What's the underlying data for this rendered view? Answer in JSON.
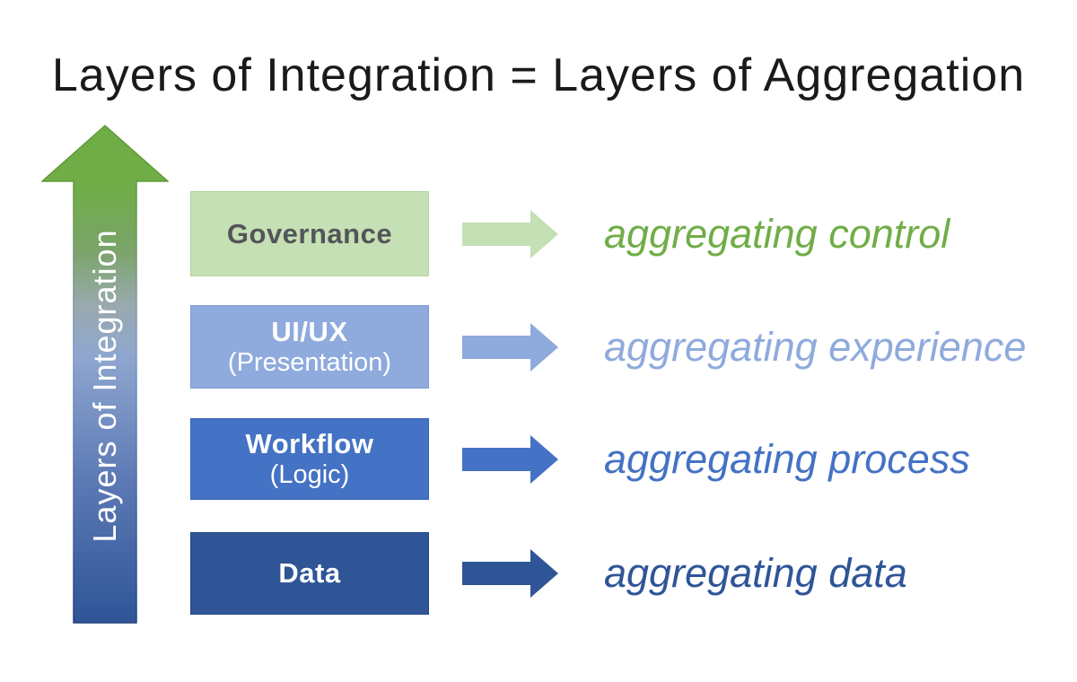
{
  "title": "Layers of Integration = Layers of Aggregation",
  "axis": {
    "label": "Layers of Integration",
    "label_color": "#ffffff",
    "gradient_stops": [
      {
        "offset": "0%",
        "color": "#70ad47"
      },
      {
        "offset": "12%",
        "color": "#70ad47"
      },
      {
        "offset": "25%",
        "color": "#7aa469"
      },
      {
        "offset": "36%",
        "color": "#99a9ad"
      },
      {
        "offset": "46%",
        "color": "#8fa7cf"
      },
      {
        "offset": "72%",
        "color": "#5b78b4"
      },
      {
        "offset": "100%",
        "color": "#2f5597"
      }
    ]
  },
  "layers": [
    {
      "name": "Governance",
      "subtitle": "",
      "box_color": "#c5e0b4",
      "box_border": "#b3d49e",
      "name_color": "#54555a",
      "arrow_color": "#c5e0b4",
      "label": "aggregating control",
      "label_color": "#70ad47"
    },
    {
      "name": "UI/UX",
      "subtitle": "(Presentation)",
      "box_color": "#8faadc",
      "box_border": "#7e9bd2",
      "name_color": "#ffffff",
      "arrow_color": "#8faadc",
      "label": "aggregating experience",
      "label_color": "#8faadc"
    },
    {
      "name": "Workflow",
      "subtitle": "(Logic)",
      "box_color": "#4472c4",
      "box_border": "#3866b8",
      "name_color": "#ffffff",
      "arrow_color": "#4472c4",
      "label": "aggregating process",
      "label_color": "#4472c4"
    },
    {
      "name": "Data",
      "subtitle": "",
      "box_color": "#2f5597",
      "box_border": "#264a87",
      "name_color": "#ffffff",
      "arrow_color": "#2f5597",
      "label": "aggregating data",
      "label_color": "#2f5597"
    }
  ]
}
